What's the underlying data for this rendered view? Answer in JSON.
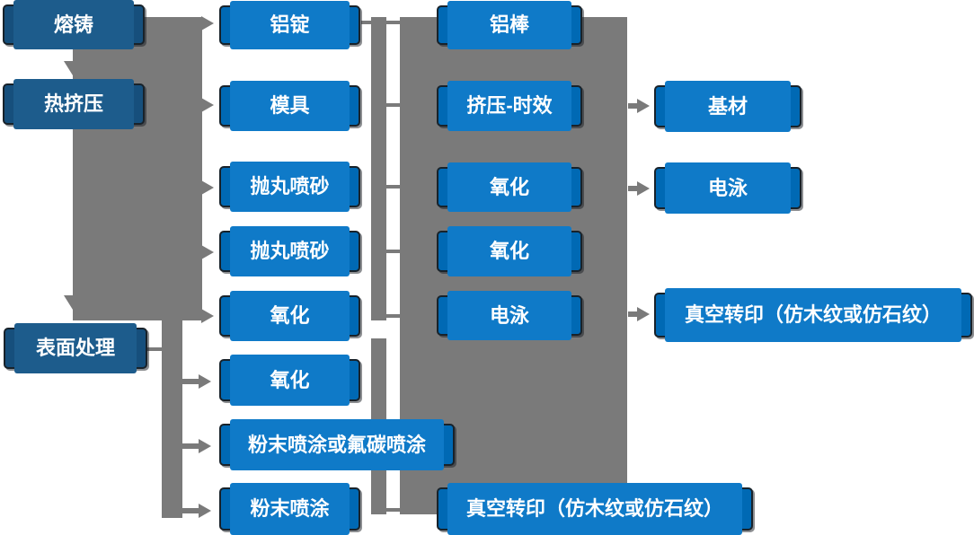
{
  "colors": {
    "box_blue": "#0069b4",
    "box_blue_strip": "#0f7ac8",
    "box_dark_blue": "#164f7c",
    "box_dark_strip": "#1d5c8c",
    "border_dark": "#18222a",
    "connector_gray": "#7a7a7a",
    "text_white": "#ffffff"
  },
  "nodes": {
    "melt_cast": "熔铸",
    "hot_extrusion": "热挤压",
    "surface_treatment": "表面处理",
    "aluminum_ingot": "铝锭",
    "mold": "模具",
    "shot_blasting_1": "抛丸喷砂",
    "shot_blasting_2": "抛丸喷砂",
    "oxidation_1": "氧化",
    "oxidation_2": "氧化",
    "powder_or_fluorocarbon_coating": "粉末喷涂或氟碳喷涂",
    "powder_coating": "粉末喷涂",
    "aluminum_rod": "铝棒",
    "extrusion_aging": "挤压-时效",
    "oxidation_3": "氧化",
    "oxidation_4": "氧化",
    "electrophoresis_1": "电泳",
    "base_material": "基材",
    "electrophoresis_2": "电泳",
    "vacuum_transfer_1": "真空转印（仿木纹或仿石纹）",
    "vacuum_transfer_2": "真空转印（仿木纹或仿石纹）"
  }
}
